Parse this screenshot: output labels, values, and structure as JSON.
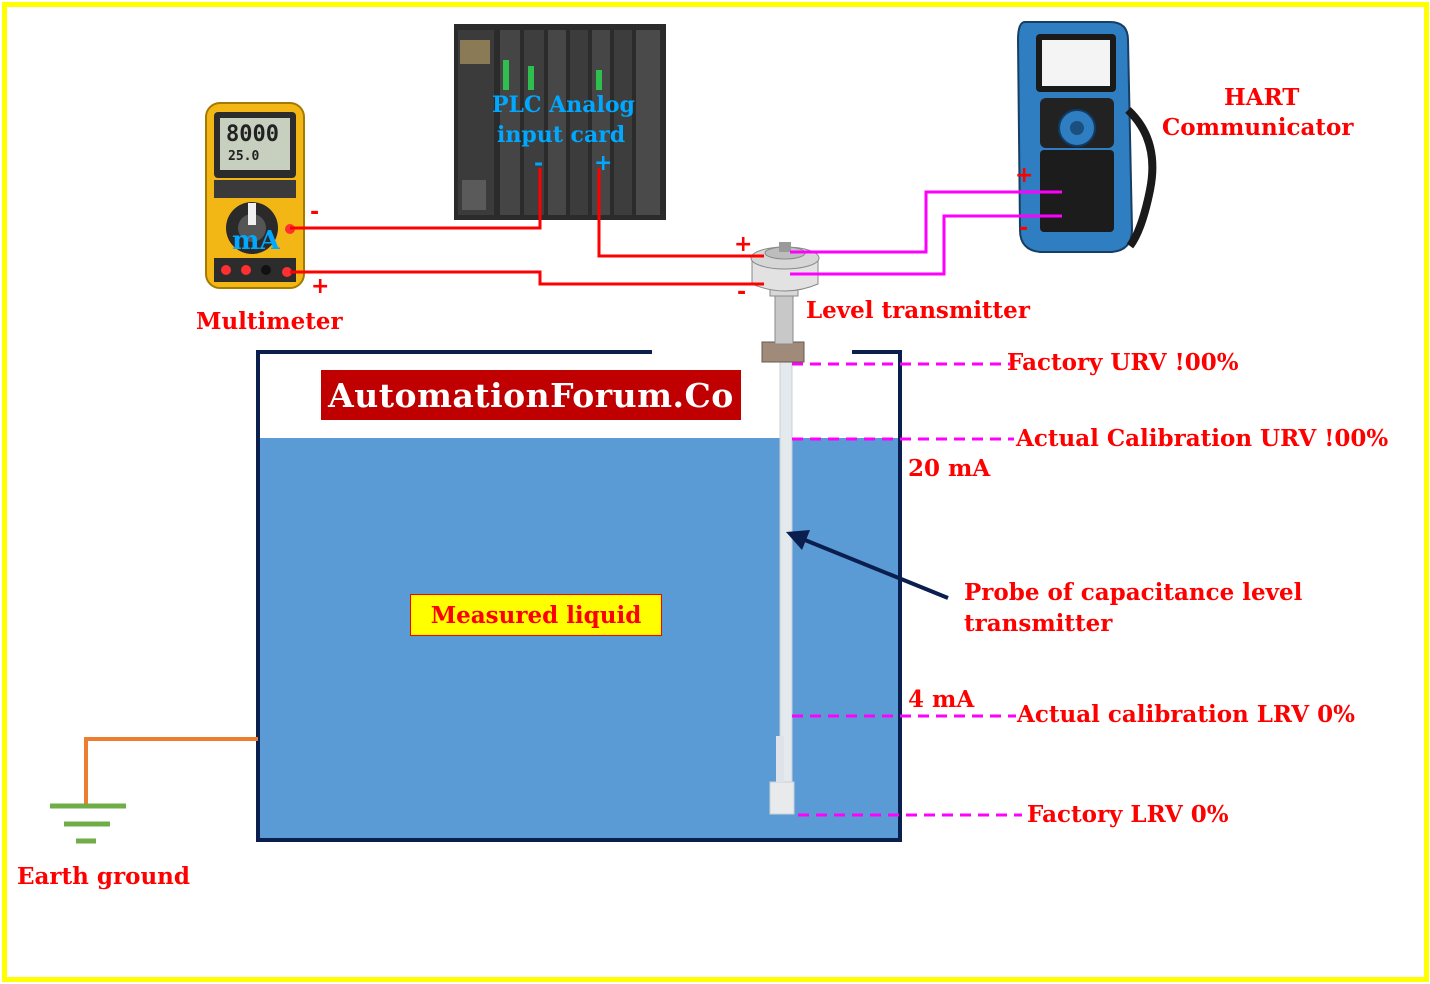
{
  "brand": "AutomationForum.Co",
  "devices": {
    "multimeter": "Multimeter",
    "multimeter_unit": "mA",
    "plc_line1": "PLC Analog",
    "plc_line2": "input card",
    "hart_line1": "HART",
    "hart_line2": "Communicator",
    "level_transmitter": "Level transmitter",
    "probe_line1": "Probe of capacitance  level",
    "probe_line2": "transmitter",
    "earth": "Earth ground"
  },
  "tank": {
    "liquid_label": "Measured liquid"
  },
  "levels": {
    "factory_urv": "Factory URV !00%",
    "actual_urv": "Actual Calibration URV !00%",
    "current_20": "20 mA",
    "current_4": "4 mA",
    "actual_lrv": "Actual calibration LRV 0%",
    "factory_lrv": "Factory LRV 0%"
  },
  "polarity": {
    "plus": "+",
    "minus": "-"
  },
  "multimeter_display": {
    "main": "8000",
    "sub": "25.0"
  },
  "colors": {
    "frame": "#ffff00",
    "liquid": "#5b9bd5",
    "tank_border": "#0b1f4f",
    "wire_red": "#ff0000",
    "wire_magenta": "#ff00ff",
    "ground": "#ed7d31",
    "ground_symbol": "#70ad47",
    "label_red": "#ff0000",
    "brand_bg": "#c00000"
  }
}
